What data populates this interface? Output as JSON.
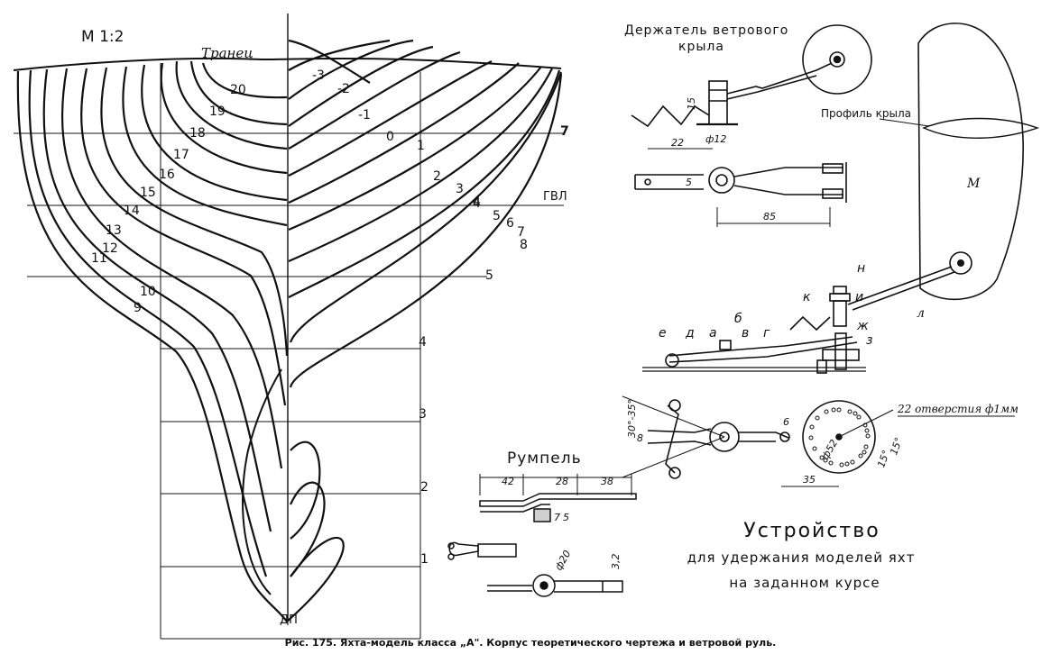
{
  "scale": "М 1:2",
  "hull": {
    "transom": "Транец",
    "waterline": "ГВЛ",
    "centerline": "ДП",
    "stations_aft": [
      "20",
      "19",
      "18",
      "17",
      "16",
      "15",
      "14",
      "13",
      "12",
      "11",
      "10",
      "9"
    ],
    "stations_fwd": [
      "-3",
      "-2",
      "-1",
      "0",
      "1",
      "2",
      "3",
      "4",
      "5",
      "6",
      "7",
      "8"
    ],
    "grid_right": [
      "7",
      "4",
      "5",
      "4",
      "3",
      "2",
      "1"
    ]
  },
  "vane_holder": {
    "title_line1": "Держатель ветрового",
    "title_line2": "крыла",
    "dims": [
      "15",
      "ф12",
      "22",
      "5",
      "85"
    ]
  },
  "wing": {
    "profile": "Профиль крыла",
    "letter": "М",
    "arm_letter": "л"
  },
  "mechanism": {
    "letters": [
      "е",
      "д",
      "а",
      "б",
      "в",
      "г",
      "к",
      "н",
      "и",
      "ж",
      "з"
    ],
    "holes_note": "22 отверстия ф1мм",
    "dims": [
      "30°-35°",
      "8",
      "6",
      "ф52",
      "35",
      "15°",
      "15°"
    ]
  },
  "tiller": {
    "title": "Румпель",
    "dims": [
      "42",
      "28",
      "38",
      "7",
      "5",
      "ф20",
      "3,2"
    ]
  },
  "heading": {
    "line1": "Устройство",
    "line2": "для удержания моделей яхт",
    "line3": "на заданном курсе"
  },
  "caption": "Рис. 175. Яхта-модель класса „А\". Корпус теоретического чертежа и ветровой руль."
}
